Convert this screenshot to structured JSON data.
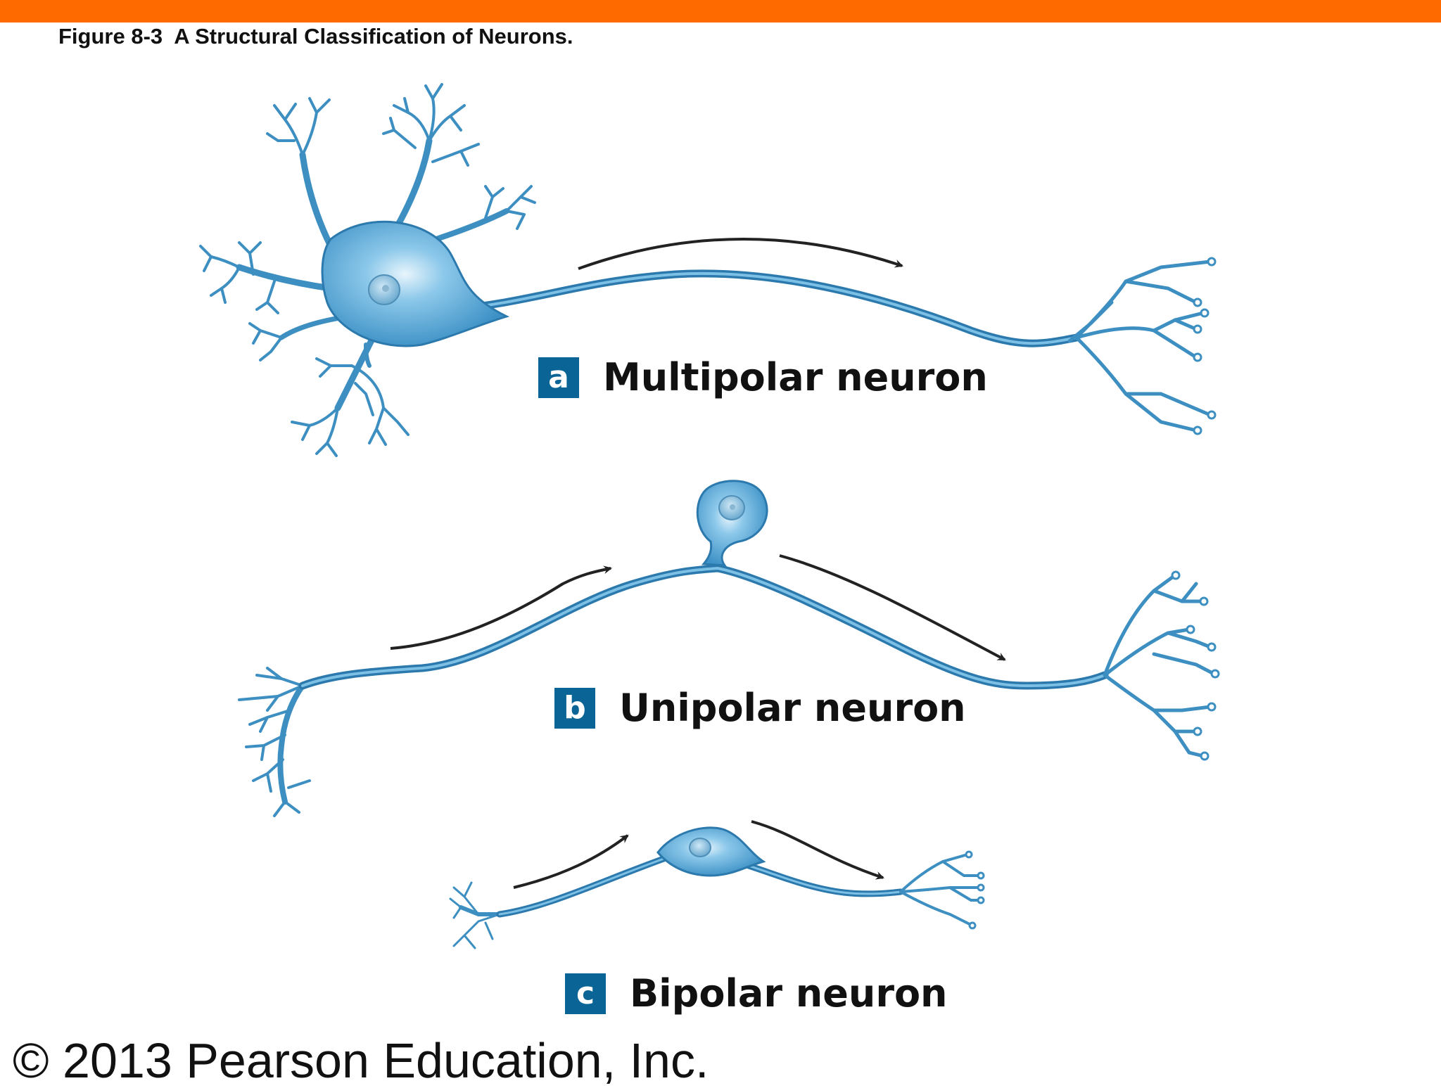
{
  "header": {
    "figure_title": "Figure 8-3  A Structural Classification of Neurons.",
    "bar_color": "#ff6a00"
  },
  "panels": [
    {
      "letter": "a",
      "label": "Multipolar neuron"
    },
    {
      "letter": "b",
      "label": "Unipolar neuron"
    },
    {
      "letter": "c",
      "label": "Bipolar neuron"
    }
  ],
  "colors": {
    "neuron_fill": "#5aaad8",
    "neuron_stroke": "#2b79ad",
    "badge": "#0a6596",
    "arrow": "#222222"
  },
  "footer": {
    "copyright": "© 2013 Pearson Education, Inc."
  }
}
